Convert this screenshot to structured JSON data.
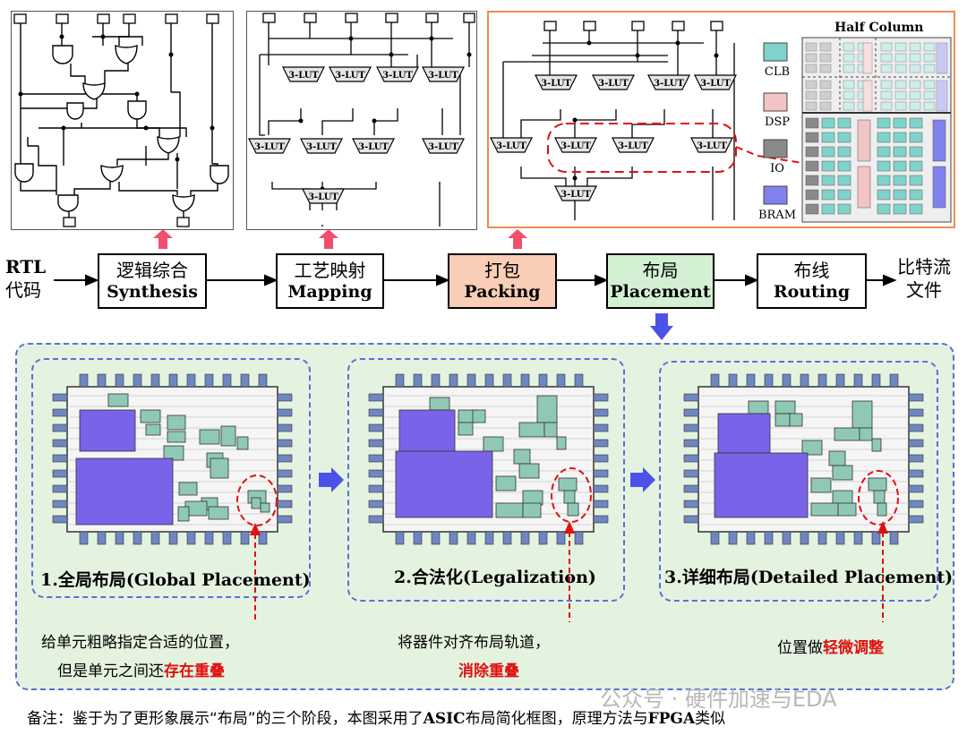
{
  "flow": {
    "input": {
      "line1": "RTL",
      "line2": "代码"
    },
    "steps": [
      {
        "zh": "逻辑综合",
        "en": "Synthesis"
      },
      {
        "zh": "工艺映射",
        "en": "Mapping"
      },
      {
        "zh": "打包",
        "en": "Packing"
      },
      {
        "zh": "布局",
        "en": "Placement"
      },
      {
        "zh": "布线",
        "en": "Routing"
      }
    ],
    "output": {
      "line1": "比特流",
      "line2": "文件"
    }
  },
  "lut_label": "3-LUT",
  "fpga_legend": {
    "title": "Half Column",
    "items": [
      "CLB",
      "DSP",
      "IO",
      "BRAM"
    ]
  },
  "stages": [
    {
      "title": "1.全局布局(Global Placement)"
    },
    {
      "title": "2.合法化(Legalization)"
    },
    {
      "title": "3.详细布局(Detailed Placement)"
    }
  ],
  "descriptions": {
    "global": {
      "line1": "给单元粗略指定合适的位置，",
      "line2_normal": "但是单元之间还",
      "line2_red": "存在重叠"
    },
    "legal": {
      "line1": "将器件对齐布局轨道，",
      "line2_red": "消除重叠"
    },
    "detailed": {
      "normal": "位置做",
      "red": "轻微调整"
    }
  },
  "note": {
    "p1": "备注：鉴于为了更形象展示“布局”的三个阶段，本图采用了",
    "b1": "ASIC",
    "p2": "布局简化框图，原理方法与",
    "b2": "FPGA",
    "p3": "类似"
  },
  "watermark": "公众号 · 硬件加速与EDA",
  "colors": {
    "packing_fill": "#f9cdb6",
    "placement_fill": "#d3f0d3",
    "panel_bg": "#e4f3e0",
    "cell": "#8fc9b5",
    "macro": "#7a63e8",
    "pin": "#6f86c0",
    "red": "#e01010",
    "up_arrow": "#f0506e",
    "blue_arrow": "#4c52e8",
    "packing_frame": "#f08a50",
    "clb": "#7fd3cc",
    "dsp": "#f2c4c4",
    "io": "#8a8a8a",
    "bram": "#8080ee"
  }
}
